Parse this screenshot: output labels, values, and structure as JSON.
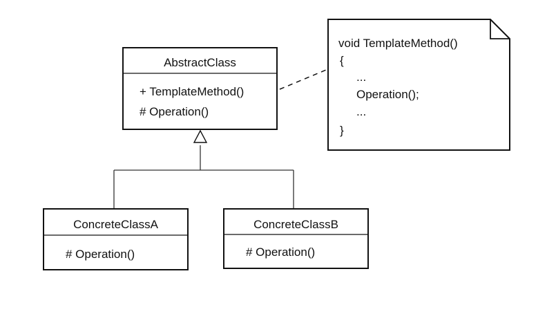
{
  "abstract_class": {
    "name": "AbstractClass",
    "members": [
      "+ TemplateMethod()",
      "# Operation()"
    ]
  },
  "concrete_a": {
    "name": "ConcreteClassA",
    "members": [
      "# Operation()"
    ]
  },
  "concrete_b": {
    "name": "ConcreteClassB",
    "members": [
      "# Operation()"
    ]
  },
  "note": {
    "lines": [
      "void TemplateMethod()",
      "{",
      "...",
      "Operation();",
      "...",
      "}"
    ]
  }
}
